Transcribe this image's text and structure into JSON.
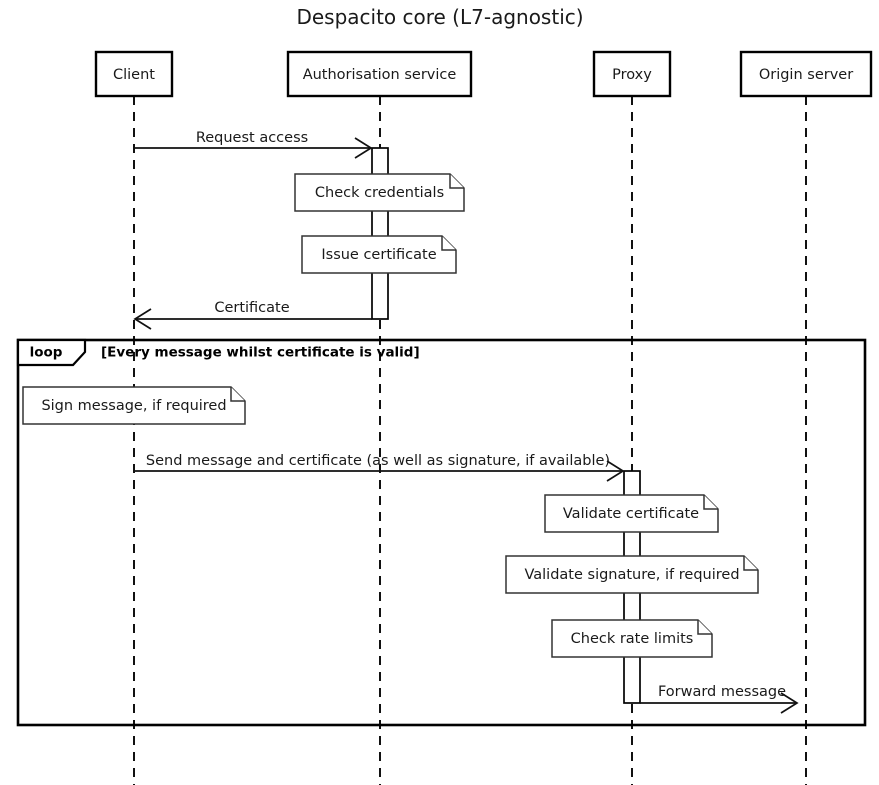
{
  "diagram": {
    "type": "sequence-diagram",
    "title": "Despacito core (L7-agnostic)",
    "participants": [
      {
        "id": "client",
        "label": "Client"
      },
      {
        "id": "auth",
        "label": "Authorisation service"
      },
      {
        "id": "proxy",
        "label": "Proxy"
      },
      {
        "id": "origin",
        "label": "Origin server"
      }
    ],
    "messages": [
      {
        "id": "m1",
        "label": "Request access",
        "from": "client",
        "to": "auth",
        "direction": "right",
        "arrow": "open"
      },
      {
        "id": "m2",
        "label": "Certificate",
        "from": "auth",
        "to": "client",
        "direction": "left",
        "arrow": "open"
      },
      {
        "id": "m3",
        "label": "Send message and certificate (as well as signature, if available)",
        "from": "client",
        "to": "proxy",
        "direction": "right",
        "arrow": "open"
      },
      {
        "id": "m4",
        "label": "Forward message",
        "from": "proxy",
        "to": "origin",
        "direction": "right",
        "arrow": "open"
      }
    ],
    "notes": [
      {
        "id": "n1",
        "label": "Check credentials",
        "over": "auth"
      },
      {
        "id": "n2",
        "label": "Issue certificate",
        "over": "auth"
      },
      {
        "id": "n3",
        "label": "Sign message, if required",
        "over": "client"
      },
      {
        "id": "n4",
        "label": "Validate certificate",
        "over": "proxy"
      },
      {
        "id": "n5",
        "label": "Validate signature, if required",
        "over": "proxy"
      },
      {
        "id": "n6",
        "label": "Check rate limits",
        "over": "proxy"
      }
    ],
    "fragments": [
      {
        "id": "f1",
        "kind": "loop",
        "guard": "[Every message whilst certificate is valid]"
      }
    ],
    "colors": {
      "background": "#ffffff",
      "stroke": "#000000",
      "text": "#1a1a1a",
      "note_stroke": "#333333"
    }
  }
}
